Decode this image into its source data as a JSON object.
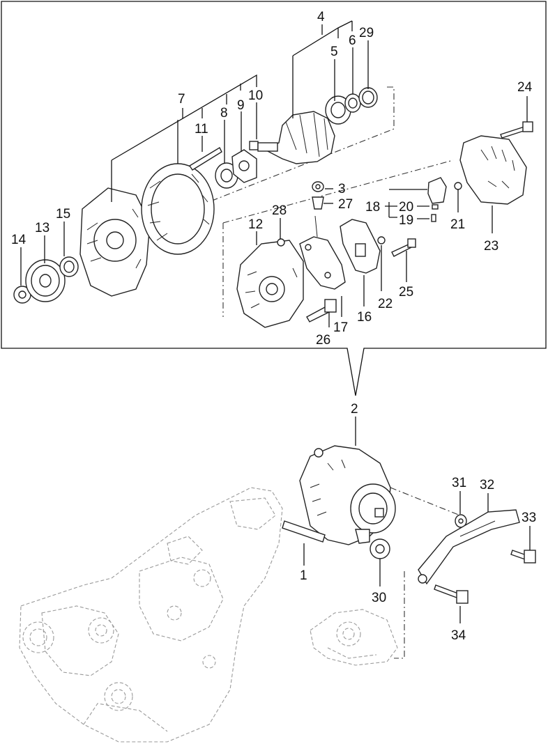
{
  "callouts": {
    "n1": "1",
    "n2": "2",
    "n3": "3",
    "n4": "4",
    "n5": "5",
    "n6": "6",
    "n7": "7",
    "n8": "8",
    "n9": "9",
    "n10": "10",
    "n11": "11",
    "n12": "12",
    "n13": "13",
    "n14": "14",
    "n15": "15",
    "n16": "16",
    "n17": "17",
    "n18": "18",
    "n19": "19",
    "n20": "20",
    "n21": "21",
    "n22": "22",
    "n23": "23",
    "n24": "24",
    "n25": "25",
    "n26": "26",
    "n27": "27",
    "n28": "28",
    "n29": "29",
    "n30": "30",
    "n31": "31",
    "n32": "32",
    "n33": "33",
    "n34": "34"
  },
  "colors": {
    "line": "#222222",
    "ghost": "#9a9a9a",
    "background": "#ffffff"
  }
}
